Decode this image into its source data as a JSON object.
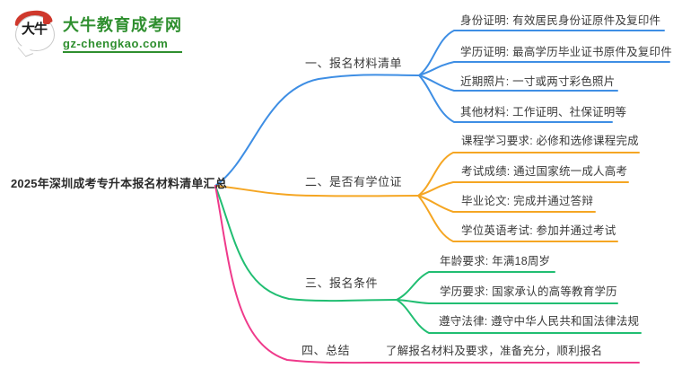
{
  "logo": {
    "icon_text": "大牛",
    "site_name": "大牛教育成考网",
    "site_url": "gz-chengkao.com",
    "brand_green": "#2f8f2f",
    "brand_red": "#cf382c"
  },
  "root": {
    "label": "2025年深圳成考专升本报名材料清单汇总"
  },
  "branches": [
    {
      "label": "一、报名材料清单",
      "color": "#3e8ee4",
      "leaves": [
        "身份证明: 有效居民身份证原件及复印件",
        "学历证明: 最高学历毕业证书原件及复印件",
        "近期照片: 一寸或两寸彩色照片",
        "其他材料: 工作证明、社保证明等"
      ]
    },
    {
      "label": "二、是否有学位证",
      "color": "#f5a623",
      "leaves": [
        "课程学习要求: 必修和选修课程完成",
        "考试成绩: 通过国家统一成人高考",
        "毕业论文: 完成并通过答辩",
        "学位英语考试: 参加并通过考试"
      ]
    },
    {
      "label": "三、报名条件",
      "color": "#21be72",
      "leaves": [
        "年龄要求: 年满18周岁",
        "学历要求: 国家承认的高等教育学历",
        "遵守法律: 遵守中华人民共和国法律法规"
      ]
    },
    {
      "label": "四、总结",
      "color": "#ef3a8b",
      "leaves": [
        "了解报名材料及要求，准备充分，顺利报名"
      ]
    }
  ]
}
